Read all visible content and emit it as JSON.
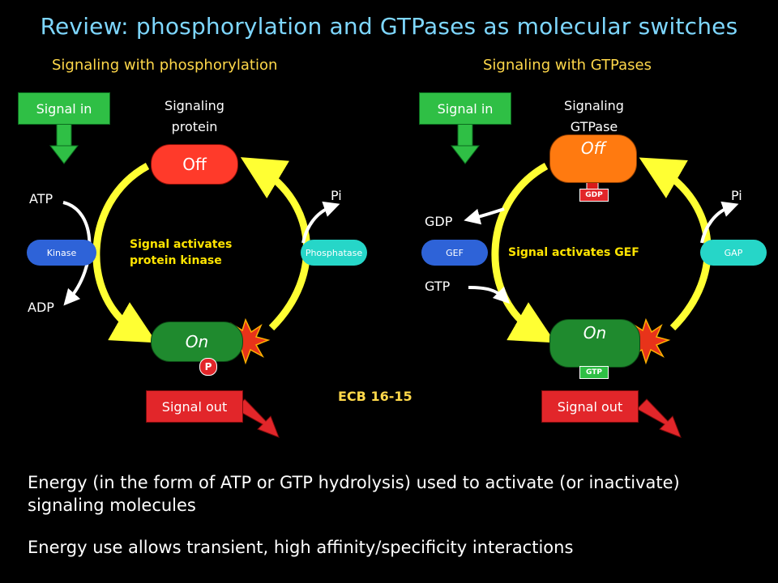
{
  "title": "Review: phosphorylation and GTPases as molecular switches",
  "left": {
    "heading": "Signaling with phosphorylation",
    "signal_in": "Signal in",
    "protein_caption_1": "Signaling",
    "protein_caption_2": "protein",
    "off_label": "Off",
    "on_label": "On",
    "p_label": "P",
    "atp": "ATP",
    "adp": "ADP",
    "pi": "Pi",
    "kinase": "Kinase",
    "phosphatase": "Phosphatase",
    "activates_1": "Signal activates",
    "activates_2": "protein kinase",
    "signal_out": "Signal out"
  },
  "right": {
    "heading": "Signaling with GTPases",
    "signal_in": "Signal in",
    "protein_caption_1": "Signaling",
    "protein_caption_2": "GTPase",
    "off_label": "Off",
    "on_label": "On",
    "gdp_tag": "GDP",
    "gtp_tag": "GTP",
    "gdp": "GDP",
    "gtp": "GTP",
    "pi": "Pi",
    "gef": "GEF",
    "gap": "GAP",
    "activates": "Signal activates GEF",
    "signal_out": "Signal out"
  },
  "reference": "ECB 16-15",
  "bullets": [
    "Energy (in the form of ATP or GTP hydrolysis) used to activate (or inactivate) signaling molecules",
    "Energy use allows transient, high affinity/specificity interactions"
  ],
  "colors": {
    "title": "#7ed7ff",
    "subhead": "#ffd84a",
    "off_red": "#ff3a2a",
    "off_orange": "#ff7a10",
    "on_green": "#1f8a2e",
    "enzyme_blue": "#2e63d8",
    "enzyme_teal": "#26d6c8",
    "arrow_yellow": "#ffff33"
  }
}
